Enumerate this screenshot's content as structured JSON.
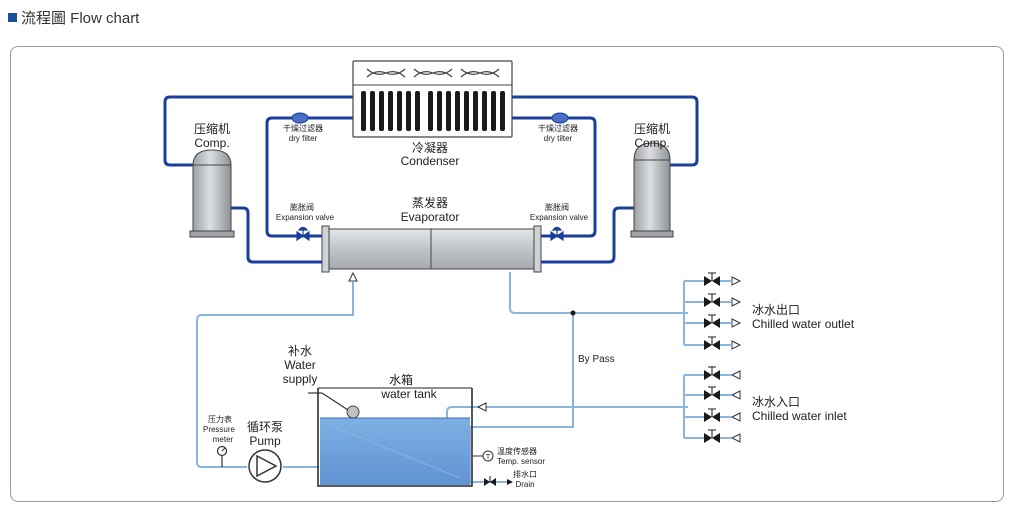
{
  "header": {
    "title": "流程圖 Flow chart"
  },
  "labels": {
    "comp_left_cn": "压缩机",
    "comp_left_en": "Comp.",
    "comp_right_cn": "压缩机",
    "comp_right_en": "Comp.",
    "filter_left_cn": "干燥过滤器",
    "filter_left_en": "dry filter",
    "filter_right_cn": "干燥过滤器",
    "filter_right_en": "dry tilter",
    "condenser_cn": "冷凝器",
    "condenser_en": "Condenser",
    "evaporator_cn": "蒸发器",
    "evaporator_en": "Evaporator",
    "exp_left_cn": "膨胀阀",
    "exp_left_en": "Expansion valve",
    "exp_right_cn": "膨胀阀",
    "exp_right_en": "Expansion valve",
    "supply_cn": "补水",
    "supply_en1": "Water",
    "supply_en2": "supply",
    "tank_cn": "水箱",
    "tank_en": "water tank",
    "pressure_cn": "压力表",
    "pressure_en1": "Pressure",
    "pressure_en2": "meter",
    "pump_cn": "循环泵",
    "pump_en": "Pump",
    "temp_cn": "温度传感器",
    "temp_en": "Temp. sensor",
    "drain_cn": "排水口",
    "drain_en": "Drain",
    "bypass": "By Pass",
    "outlet_cn": "冰水出口",
    "outlet_en": "Chilled water outlet",
    "inlet_cn": "冰水入口",
    "inlet_en": "Chilled water inlet"
  },
  "colors": {
    "refrigerant_line": "#1b3f99",
    "water_line": "#8bb4e0",
    "water_fill": "#6fa2dc",
    "equipment_fill": "#c5c8cc",
    "outline": "#333333"
  }
}
